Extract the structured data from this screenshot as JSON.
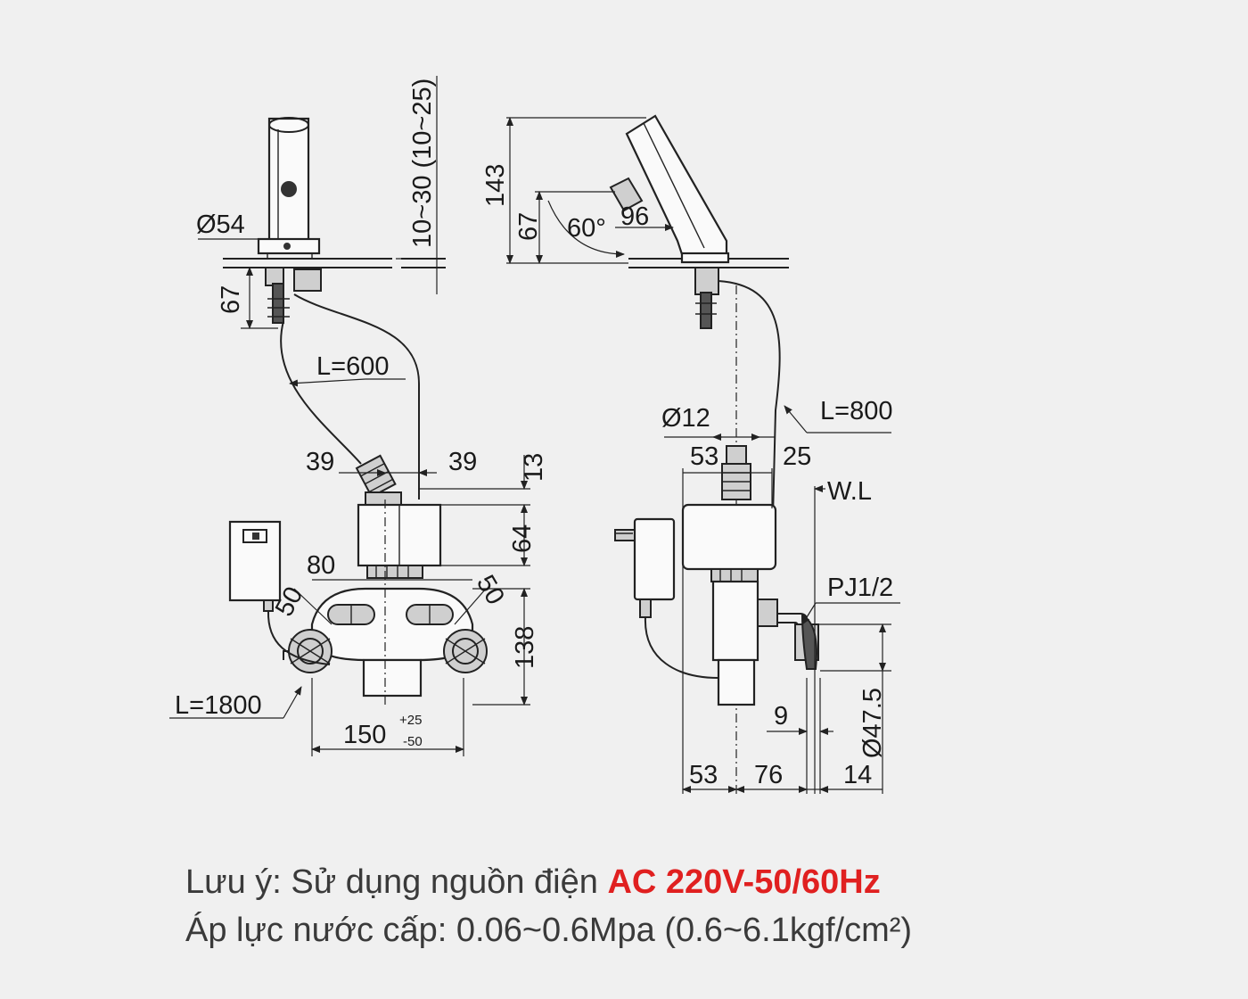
{
  "colors": {
    "background": "#f0f0f0",
    "accent": "#e02020",
    "text": "#3a3a3a"
  },
  "labels": {
    "d54": "Ø54",
    "h67_left": "67",
    "h10_30": "10~30 (10~25)",
    "l600": "L=600",
    "w39_left": "39",
    "w39_right": "39",
    "h13": "13",
    "h64": "64",
    "w80": "80",
    "w50_left": "50",
    "w50_right": "50",
    "h138": "138",
    "l1800": "L=1800",
    "w150": "150",
    "tol_plus": "+25",
    "tol_minus": "-50",
    "h143": "143",
    "h67_right": "67",
    "angle60": "60°",
    "w96": "96",
    "d12": "Ø12",
    "l800": "L=800",
    "w53_top": "53",
    "w25": "25",
    "wl": "W.L",
    "pj": "PJ1/2",
    "d47": "Ø47.5",
    "w9": "9",
    "w53_bottom": "53",
    "w76": "76",
    "w14": "14"
  },
  "notes": {
    "line1_prefix": "Lưu ý: Sử dụng  nguồn điện ",
    "line1_highlight": "AC 220V-50/60Hz",
    "line2": "Áp lực nước cấp: 0.06~0.6Mpa (0.6~6.1kgf/cm²)"
  }
}
